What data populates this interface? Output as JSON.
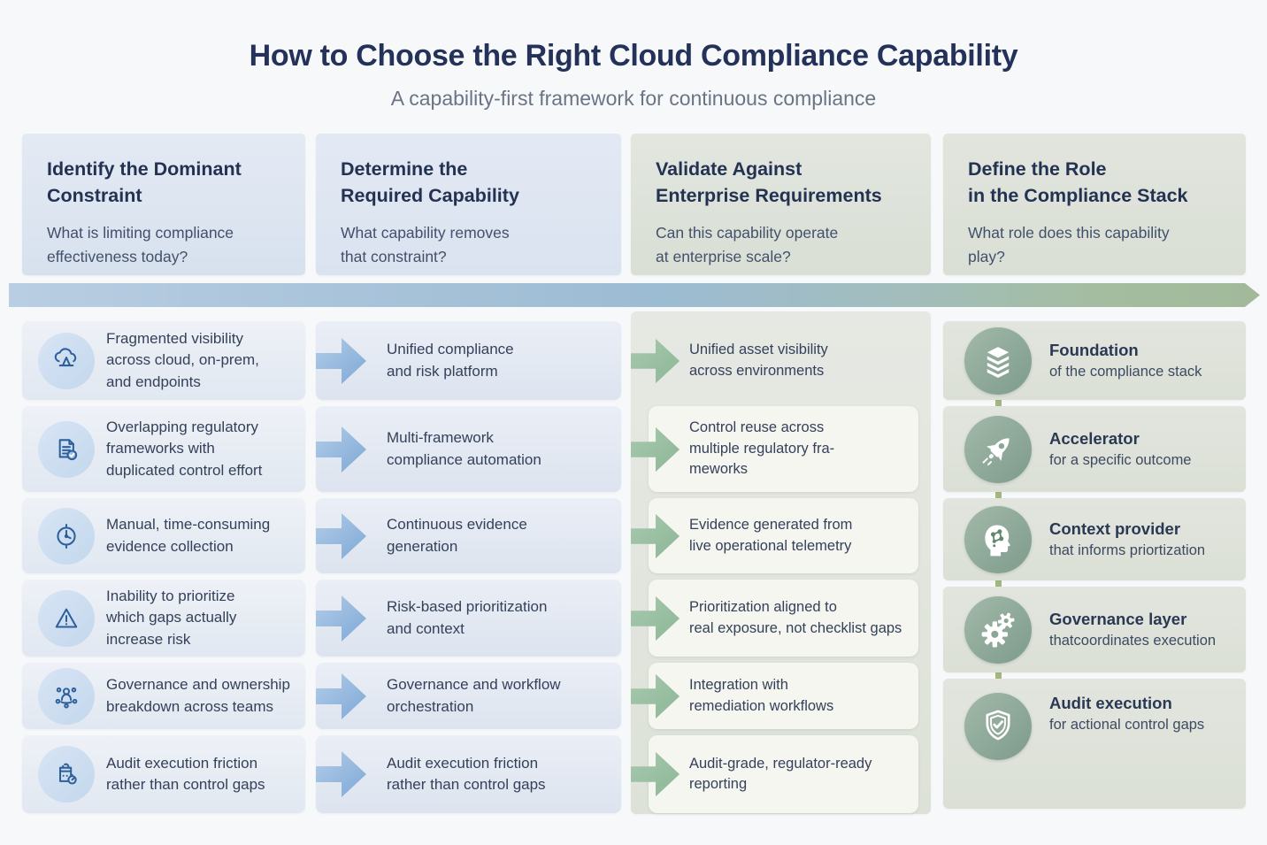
{
  "page": {
    "title": "How to Choose the Right Cloud Compliance Capability",
    "subtitle": "A capability-first framework for continuous compliance"
  },
  "colors": {
    "title_navy": "#24325a",
    "subtitle_gray": "#6b7486",
    "blue_arrow": "#8bb3da",
    "green_arrow": "#9cc0a4",
    "constraint_icon_blue": "#2d5f9a",
    "role_circle_green": "#8fa99a",
    "connector_green": "#a3b77f"
  },
  "columns": [
    {
      "title_lines": [
        "Identify the Dominant",
        "Constraint"
      ],
      "question_lines": [
        "What is limiting compliance",
        "effectiveness today?"
      ]
    },
    {
      "title_lines": [
        "Determine the",
        "Required Capability"
      ],
      "question_lines": [
        "What capability removes",
        "that constraint?"
      ]
    },
    {
      "title_lines": [
        "Validate Against",
        "Enterprise Requirements"
      ],
      "question_lines": [
        "Can this capability operate",
        "at enterprise scale?"
      ]
    },
    {
      "title_lines": [
        "Define the Role",
        "in the Compliance Stack"
      ],
      "question_lines": [
        "What role does this capability",
        "play?"
      ]
    }
  ],
  "constraints": {
    "items": [
      {
        "icon": "cloud-upload",
        "lines": [
          "Fragmented visibility",
          "across cloud, on-prem,",
          "and endpoints"
        ]
      },
      {
        "icon": "document-check",
        "lines": [
          "Overlapping regulatory",
          "frameworks with",
          "duplicated control effort"
        ]
      },
      {
        "icon": "clock",
        "lines": [
          "Manual, time-consuming",
          "evidence collection"
        ]
      },
      {
        "icon": "warning-triangle",
        "lines": [
          "Inability to prioritize",
          "which gaps actually",
          "increase risk"
        ]
      },
      {
        "icon": "team",
        "lines": [
          "Governance and ownership",
          "breakdown across teams"
        ]
      },
      {
        "icon": "clipboard-timer",
        "lines": [
          "Audit execution friction",
          "rather than control gaps"
        ]
      }
    ]
  },
  "capabilities": {
    "items": [
      {
        "lines": [
          "Unified compliance",
          "and risk platform"
        ]
      },
      {
        "lines": [
          "Multi-framework",
          "compliance automation"
        ]
      },
      {
        "lines": [
          "Continuous evidence",
          "generation"
        ]
      },
      {
        "lines": [
          "Risk-based prioritization",
          "and context"
        ]
      },
      {
        "lines": [
          "Governance and workflow",
          "orchestration"
        ]
      },
      {
        "lines": [
          "Audit execution friction",
          "rather than control gaps"
        ]
      }
    ]
  },
  "requirements": {
    "items": [
      {
        "lines": [
          "Unified asset visibility",
          "across environments"
        ]
      },
      {
        "lines": [
          "Control reuse across",
          "multiple regulatory fra-",
          "meworks"
        ]
      },
      {
        "lines": [
          "Evidence generated from",
          "live operational telemetry"
        ]
      },
      {
        "lines": [
          "Prioritization aligned to",
          "real exposure, not checklist gaps"
        ]
      },
      {
        "lines": [
          "Integration with",
          "remediation workflows"
        ]
      },
      {
        "lines": [
          "Audit-grade, regulator-ready",
          "reporting"
        ]
      }
    ]
  },
  "roles": {
    "items": [
      {
        "icon": "layers",
        "title": "Foundation",
        "subtitle": "of the compliance stack"
      },
      {
        "icon": "rocket",
        "title": "Accelerator",
        "subtitle": "for a specific outcome"
      },
      {
        "icon": "head-network",
        "title": "Context provider",
        "subtitle": "that informs priortization"
      },
      {
        "icon": "gears",
        "title": "Governance layer",
        "subtitle": "thatcoordinates execution"
      },
      {
        "icon": "shield-check",
        "title": "Audit execution",
        "subtitle": "for actional control gaps"
      }
    ]
  }
}
